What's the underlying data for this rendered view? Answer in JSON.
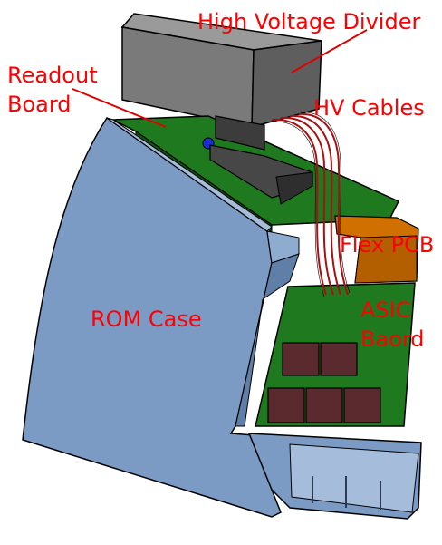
{
  "labels": {
    "high_voltage_divider": "High Voltage Divider",
    "readout_board_line1": "Readout",
    "readout_board_line2": "Board",
    "hv_cables": "HV Cables",
    "flex_pcb": "Flex PCB",
    "rom_case": "ROM Case",
    "asic_board_line1": "ASIC",
    "asic_board_line2": "Baord"
  },
  "colors": {
    "label_text": "#ff0000",
    "leader_line": "#e00000",
    "case_blue": "#7b9bc4",
    "case_blue_dark": "#5f7fa8",
    "case_blue_light": "#a5bddb",
    "divider_gray": "#6f6f6f",
    "pcb_green": "#1f7a1f",
    "flex_orange": "#d07000",
    "asic_chip": "#5a2a2e",
    "connector_dark": "#3c3c3c",
    "cable_red": "#aa1010"
  }
}
